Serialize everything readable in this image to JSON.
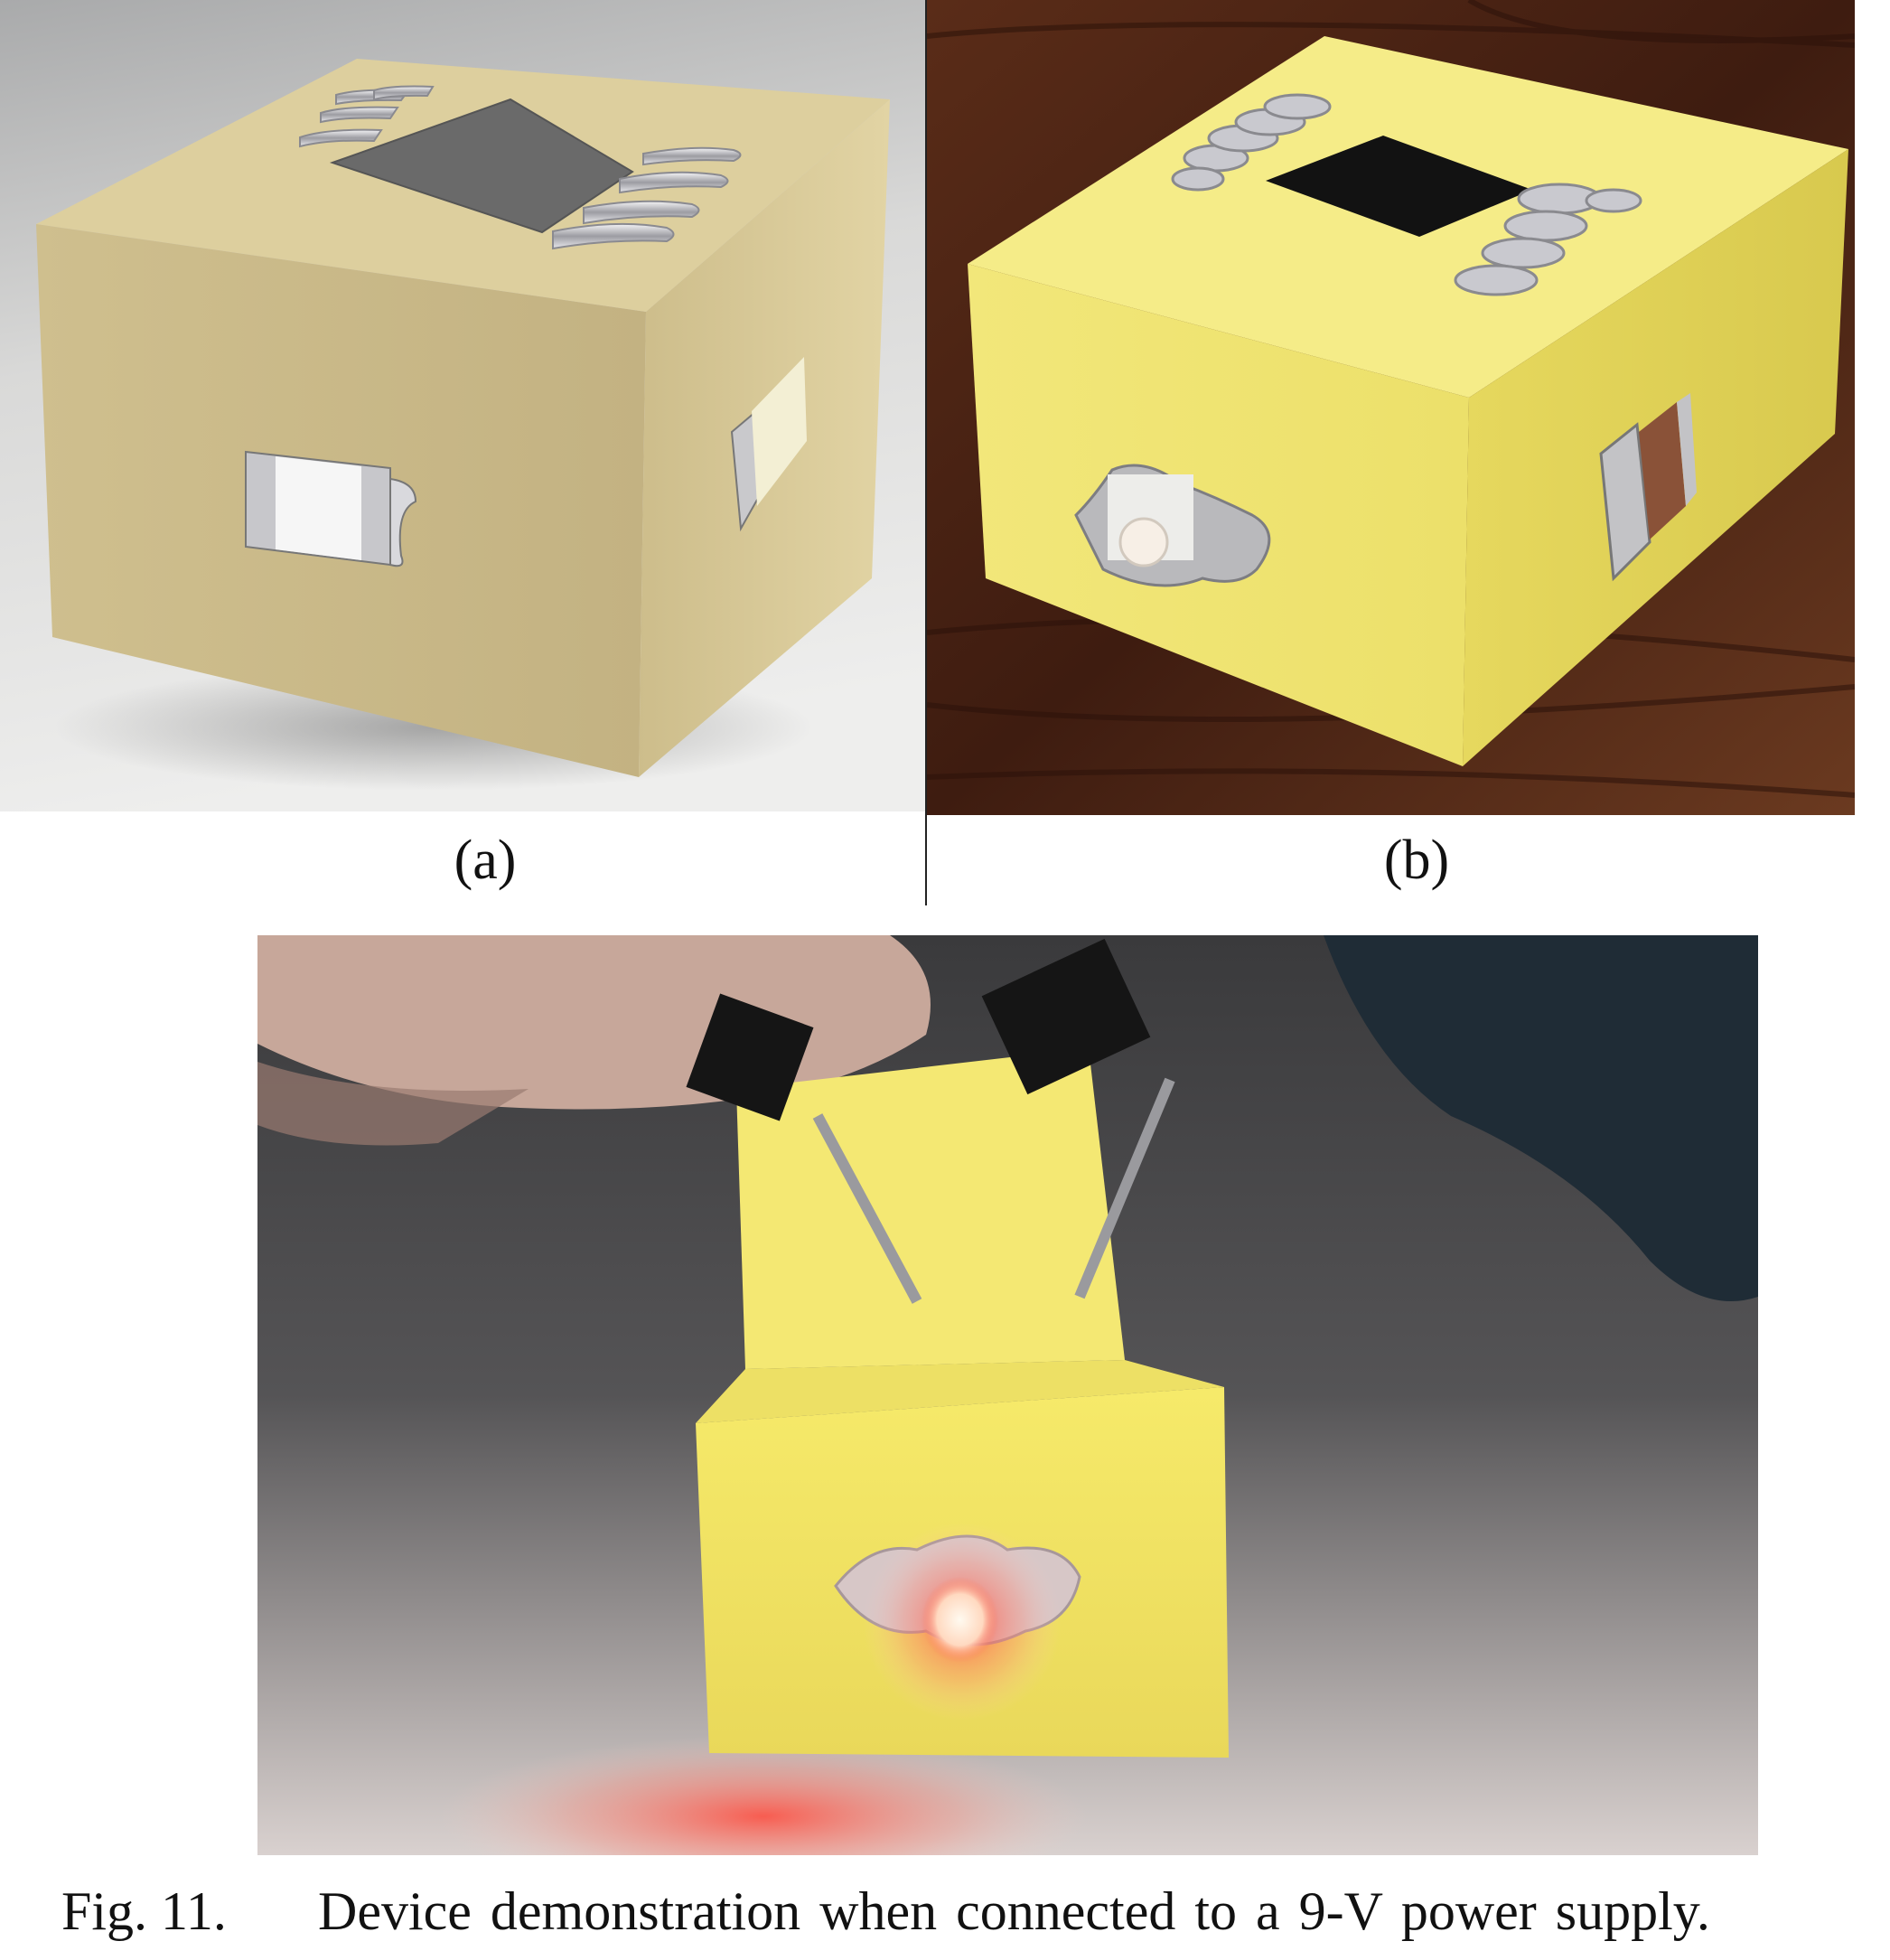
{
  "figure": {
    "panels": [
      {
        "label": "(a)"
      },
      {
        "label": "(b)"
      }
    ],
    "caption": {
      "number": "Fig. 11.",
      "text": "Device demonstration when connected to a 9-V power supply."
    }
  },
  "colors": {
    "render_cube": "#d6c596",
    "printed_cube": "#f0e56b",
    "ic_chip_render": "#6e6e6e",
    "ic_chip_photo": "#121212",
    "solder": "#c9c9cf",
    "wood": "#4a2414",
    "led_glow": "#ff5a4a"
  }
}
